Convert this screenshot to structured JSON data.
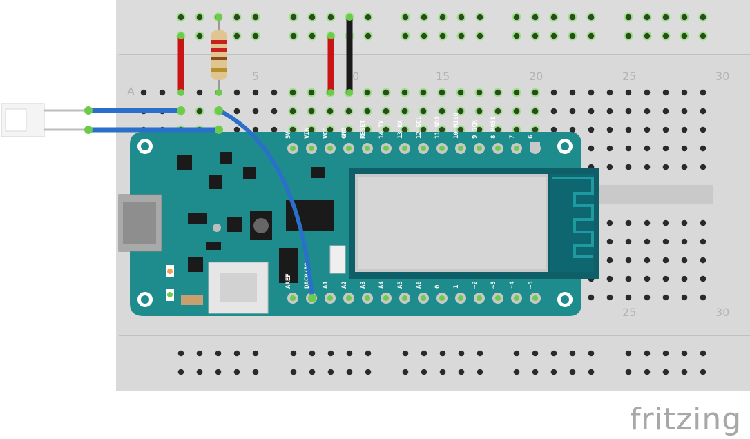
{
  "breadboard": {
    "top_numbers": [
      "5",
      "10",
      "15",
      "20",
      "25",
      "30"
    ],
    "bottom_numbers": [
      "25",
      "30"
    ],
    "row_letter": "A"
  },
  "board": {
    "top_pins": [
      "5V",
      "VIN",
      "VCC",
      "GND",
      "RESET",
      "14 TX",
      "13 RX",
      "12 SCL",
      "11 SDA",
      "10 MISO",
      "9 SCK",
      "8 MOSI",
      "7",
      "6"
    ],
    "bottom_pins": [
      "AREF",
      "DAC0/A0",
      "A1",
      "A2",
      "A3",
      "A4",
      "A5",
      "A6",
      "0",
      "1",
      "~2",
      "~3",
      "~4",
      "~5"
    ]
  },
  "colors": {
    "breadboard": "#d9d9d9",
    "board": "#1e8c8c",
    "wire_blue": "#2a6fc9",
    "wire_red": "#c81414",
    "wire_black": "#1a1a1a",
    "hole_green": "#6ccb4a"
  },
  "watermark": "fritzing"
}
